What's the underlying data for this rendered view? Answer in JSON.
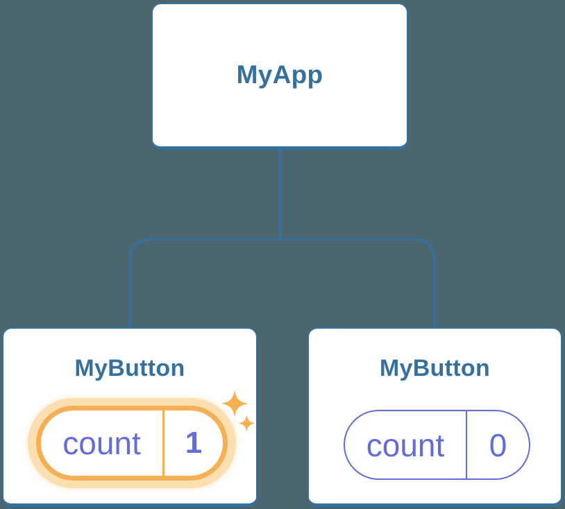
{
  "colors": {
    "background": "#4B666E",
    "card_bg": "#FFFFFF",
    "node_border": "#36709E",
    "node_text": "#36709E",
    "connector": "#36709E",
    "state": "#636CD8",
    "highlight": "#F5AF55",
    "highlight_halo": "#FBDFB0",
    "sparkle": "#F8B04E"
  },
  "tree": {
    "root": {
      "label": "MyApp"
    },
    "children": [
      {
        "label": "MyButton",
        "state": {
          "name": "count",
          "value": "1"
        },
        "highlighted": true,
        "icons": [
          "sparkle-icon",
          "sparkle-icon"
        ]
      },
      {
        "label": "MyButton",
        "state": {
          "name": "count",
          "value": "0"
        },
        "highlighted": false,
        "icons": []
      }
    ]
  }
}
